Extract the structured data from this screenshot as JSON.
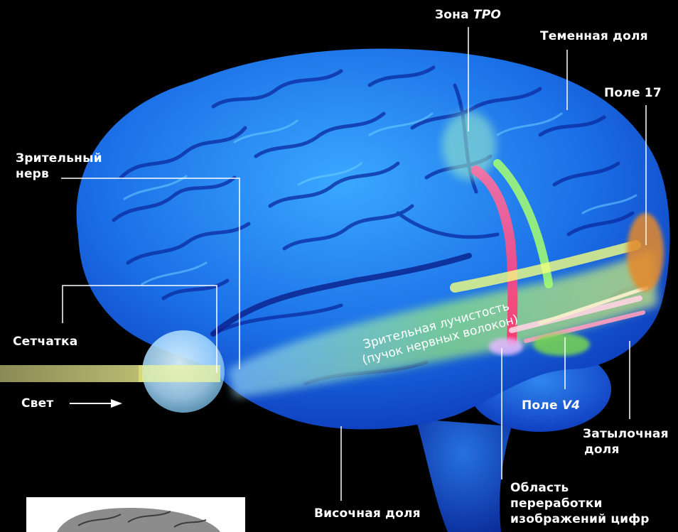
{
  "labels": {
    "tpo_zone_prefix": "Зона ",
    "tpo_zone_em": "TPO",
    "parietal_lobe": "Теменная доля",
    "field_17": "Поле 17",
    "optic_nerve_line1": "Зрительный",
    "optic_nerve_line2": "нерв",
    "retina": "Сетчатка",
    "light": "Свет",
    "pathway_line1": "Зрительная лучистость",
    "pathway_line2": "(пучок нервных волокон)",
    "field_v4_prefix": "Поле ",
    "field_v4_em": "V4",
    "occipital_lobe_line1": "Затылочная",
    "occipital_lobe_line2": "доля",
    "digit_area_line1": "Область",
    "digit_area_line2": "переработки",
    "digit_area_line3": "изображений цифр",
    "temporal_lobe": "Височная доля"
  },
  "colors": {
    "background": "#000000",
    "brain": "#1a6fe0",
    "pathway_green": "#8fe05a",
    "tpo_pink": "#ff4f8a",
    "field17_orange": "#e6892a",
    "label": "#ffffff"
  }
}
